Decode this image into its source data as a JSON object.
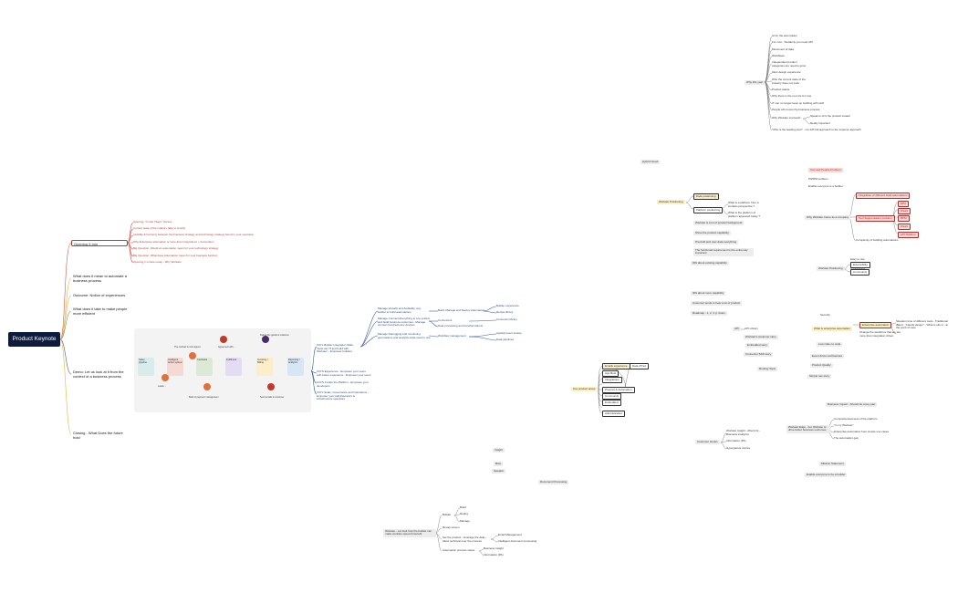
{
  "root": "Product Keynote",
  "left_branches": {
    "opening": "Opening 5 min",
    "opening_items": [
      "Opening: \"In last 7days\" Horses",
      "Current state of the industry (late to crowd)",
      "Invisible & harmony between the business strategy and technology strategy found in your execution",
      "Why Enterprise automation is more than Integrations + Automation",
      "Big Question: Would an automation mean for your technology strategy",
      "Big Question: What does Automation mean for your business function",
      "Opening 1 minute recap - Why Workato"
    ],
    "automate": "What does it mean to automate a business process",
    "outcome": "Outcome: Notion of experiences",
    "efficient": "What does it take to make people more efficient",
    "demo": "Demo: Let us look at it from the context of a business process",
    "closing": "Closing - What Does the future hold"
  },
  "flow": {
    "cards": [
      "Sales pipeline",
      "Intelligent action system",
      "Contracts",
      "Fulfilment",
      "Invoicing / Billing",
      "Reporting / analytics"
    ],
    "labels_top": [
      "The contract is now signed",
      "Agreement with ...",
      "Deliver the goods to customer"
    ],
    "labels_bottom": [
      "Leads ...",
      "Back to payment management",
      "Send emails to customer"
    ]
  },
  "cio_items": [
    "CIO's Builder integration Slide - \"How can IT just build with Workato\" - Empower builders",
    "CIO'S Experience - Empower your users with better experience - Empower your users",
    "CIO'S Curate the Platform - Empower your developers",
    "CIO's Scale, Governance and Operations - Empower your administrators & infrastructure operators"
  ],
  "mid_items": [
    "Manage Visually and Auditably, any builder to build automations",
    "Manage Connect Everything to any system and build business outcomes - Manage connect hundreds any devices",
    "Manage Debugging and monitoring automations and analytics data used in one"
  ],
  "mid_right": [
    "Build, Manage and Deploy Automation",
    "Connectors",
    "Data processing and transformations",
    "Workflow management"
  ],
  "far_mid": [
    "Builder experience",
    "Recipe library",
    "Connector library",
    "Applied event lookup",
    "Data pipelines"
  ],
  "pipelines": {
    "head": "Key product areas",
    "items": [
      "Emails experience",
      "App Bots",
      "Integrations",
      "Process & Automation",
      "Community",
      "Embedded",
      "Administration"
    ],
    "single": "Data 2Trad"
  },
  "bottom_left": {
    "chips": [
      "Insight",
      "Bots",
      "Speaker"
    ],
    "other": "Document Processing",
    "workato": "Workato - Let look how the builder can make workato speed & benefit",
    "branches": [
      "Builder",
      "Recap screen",
      "Set the product - leverage the data - Allow technical over the process",
      "Automation process cause"
    ],
    "builder_children": [
      "Build",
      "Deploy",
      "Manage"
    ],
    "set_children": [
      "Email Management",
      "Intelligent document processing"
    ],
    "auto_children": [
      "Business Insight",
      "Information (PA)"
    ]
  },
  "right_top": {
    "why": "Why this year",
    "items": [
      "AI for the automation",
      "For now - Suddenly you need API",
      "Movement of data",
      "Workflows",
      "Independent product categories are need to grow",
      "Must design experience",
      "Who the current state of the industry does not work",
      "Product status",
      "Why there is the net role for now",
      "IT can no longer keep up building with stuff",
      "People who know the business process",
      "Why Workato succeeds",
      "Speak to Is'nt the product creator",
      "Really important",
      "\"Who is the leading pivot\" - run API full approach to the superior approach"
    ],
    "hybrid": "Hybrid Cloud"
  },
  "right_mid": {
    "workato_positioning": "Workato Positioning",
    "sub": [
      "Data positioning",
      "Platform positioning"
    ],
    "platform_children": [
      "What is a platform from a workato perspective ?",
      "What is the platform of platform appeared today ?"
    ],
    "chips": [
      "Workato is a lot of product background",
      "Show the product capability",
      "Pre-built and user data everything",
      "The functional requirement is the extremely important",
      "IDS about existing capability"
    ],
    "red_head": "Test and People Problem",
    "red_items": [
      "PIWPR problem",
      "Enable everyone is a builder"
    ],
    "why_company": "Why Workato Came as a company",
    "complexity": "Complexity of building automations",
    "fragmented": [
      "Integration of different build automations",
      "Tool Segmentation problem"
    ],
    "frag_children": [
      "RPA",
      "iPaaS",
      "BPM",
      "iPaaS",
      "API Platform"
    ],
    "easy": [
      "Easy to use",
      "Connectivity"
    ]
  },
  "right_lower": {
    "capability": [
      "IDS about more capability",
      "Customer tends to hear a lot of product",
      "Roadmap - 1, 2, 3 yr vision"
    ],
    "positioning": "Workato Positioning",
    "pos_children": [
      "Extensibility",
      "Community"
    ],
    "security": "Security",
    "enterprise": "What is enterprise automation",
    "enterprise_child": "Enterprise automation",
    "ent_grand": [
      "Situation time of different tools - Traditional iBand - \"Hands design\" - What is silo is - at the point of view",
      "Change the workforce that we are more than integration driven"
    ],
    "api": "API",
    "api_child": "API Library",
    "api_items": [
      "Workato's customer story",
      "Embedded story",
      "Connector SDK story"
    ],
    "low_code": "Low code no code",
    "more": [
      "Event driven architecture",
      "Product Quality",
      "Simple use story"
    ],
    "routing": "Routing Topic",
    "business": "Business Impact - Should be a key part",
    "workato_edge": "Workato Edge - For Workato to drive better business outcomes",
    "edge_children": [
      "Comprehensiveness of the platform",
      "\"In my Workato\"",
      "Enterprise automation from simple use cases",
      "The automation gap"
    ],
    "customer": "Customer stories",
    "customer_children": [
      "Workato Insight - Aftermint - Business Analytics",
      "Information (PA)",
      "Hyperparole stories"
    ],
    "mission": "Mission Statement",
    "enable": "Enable everyone to be a builder"
  },
  "colors": {
    "root": "#0d1b3e",
    "red": "#c0392b",
    "blue": "#2c4a8a",
    "line_red": "#d9534f",
    "line_blue": "#3b5ca8",
    "line_gray": "#555555"
  }
}
